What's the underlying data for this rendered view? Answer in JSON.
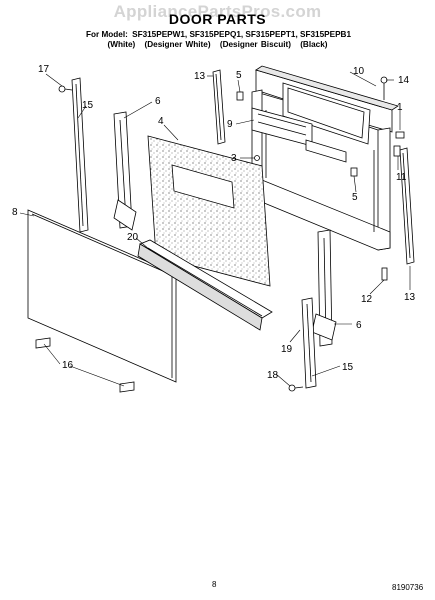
{
  "watermark": "AppliancePartsPros.com",
  "title": "DOOR PARTS",
  "models": {
    "prefix": "For Model:",
    "list": "SF315PEPW1, SF315PEPQ1, SF315PEPT1, SF315PEPB1"
  },
  "variants": [
    "(White)",
    "(Designer White)",
    "(Designer Biscuit)",
    "(Black)"
  ],
  "callouts": {
    "c1": "1",
    "c3": "3",
    "c4": "4",
    "c5a": "5",
    "c5b": "5",
    "c6a": "6",
    "c6b": "6",
    "c8": "8",
    "c9": "9",
    "c10": "10",
    "c11": "11",
    "c12": "12",
    "c13a": "13",
    "c13b": "13",
    "c14": "14",
    "c15a": "15",
    "c15b": "15",
    "c16": "16",
    "c17": "17",
    "c18": "18",
    "c19": "19",
    "c20": "20"
  },
  "footer": {
    "page": "8",
    "doc": "8190736"
  }
}
